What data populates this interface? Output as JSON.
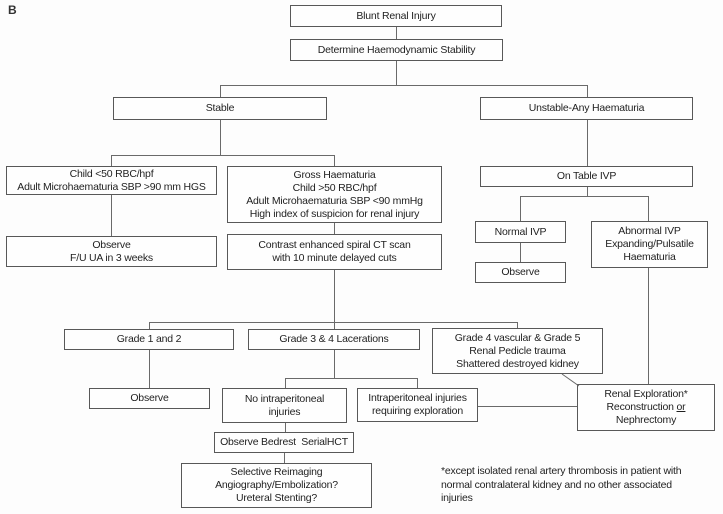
{
  "page_label": "B",
  "nodes": {
    "blunt": {
      "lines": [
        "Blunt Renal Injury"
      ]
    },
    "determine": {
      "lines": [
        "Determine Haemodynamic Stability"
      ]
    },
    "stable": {
      "lines": [
        "Stable"
      ]
    },
    "unstable": {
      "lines": [
        "Unstable-Any Haematuria"
      ]
    },
    "child_micro": {
      "lines": [
        "Child <50 RBC/hpf",
        "Adult Microhaematuria SBP >90 mm HGS"
      ]
    },
    "gross": {
      "lines": [
        "Gross Haematuria",
        "Child >50 RBC/hpf",
        "Adult Microhaematuria SBP <90 mmHg",
        "High index of suspicion for renal injury"
      ]
    },
    "observe_fu": {
      "lines": [
        "Observe",
        "F/U UA in 3 weeks"
      ]
    },
    "contrast_ct": {
      "lines": [
        "Contrast enhanced spiral CT scan",
        "with 10 minute delayed cuts"
      ]
    },
    "on_table_ivp": {
      "lines": [
        "On Table IVP"
      ]
    },
    "normal_ivp": {
      "lines": [
        "Normal IVP"
      ]
    },
    "observe_ivp": {
      "lines": [
        "Observe"
      ]
    },
    "abnormal_ivp": {
      "lines": [
        "Abnormal IVP",
        "Expanding/Pulsatile",
        "Haematuria"
      ]
    },
    "grade12": {
      "lines": [
        "Grade 1 and 2"
      ]
    },
    "grade34": {
      "lines": [
        "Grade 3 & 4 Lacerations"
      ]
    },
    "grade45": {
      "lines": [
        "Grade 4 vascular & Grade 5",
        "Renal Pedicle trauma",
        "Shattered destroyed kidney"
      ]
    },
    "observe_g12": {
      "lines": [
        "Observe"
      ]
    },
    "no_intra": {
      "lines": [
        "No intraperitoneal",
        "injuries"
      ]
    },
    "intra": {
      "lines": [
        "Intraperitoneal injuries",
        "requiring exploration"
      ]
    },
    "renal_expl": {
      "line1": "Renal Exploration*",
      "line2_pre": "Reconstruction ",
      "line2_or": "or",
      "line3": "Nephrectomy"
    },
    "observe_bedrest": {
      "lines": [
        "Observe Bedrest  SerialHCT"
      ]
    },
    "selective": {
      "lines": [
        "Selective Reimaging",
        "Angiography/Embolization?",
        "Ureteral Stenting?"
      ]
    }
  },
  "footnote": {
    "lines": [
      "*except isolated renal artery thrombosis in patient with",
      "normal contralateral kidney and no other associated",
      "injuries"
    ]
  },
  "colors": {
    "box_border": "#585858",
    "line": "#6a6a6a",
    "text": "#1f1f1f",
    "background": "#fdfdfd"
  }
}
